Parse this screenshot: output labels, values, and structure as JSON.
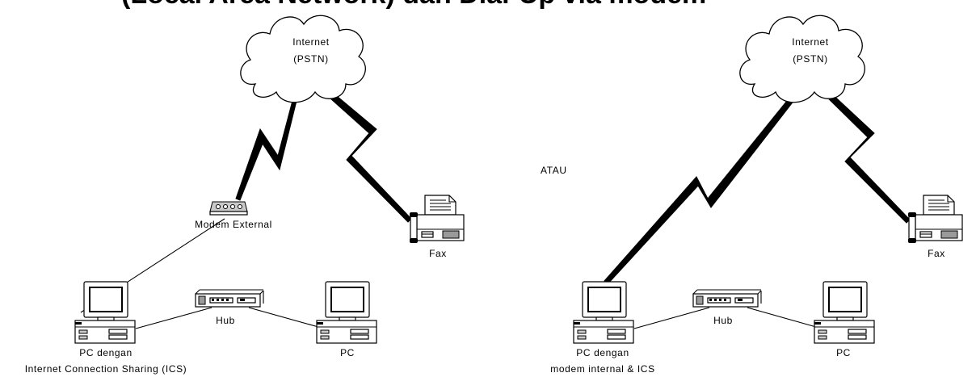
{
  "title": "(Local Area Network) dan Dial-Up via modem",
  "left": {
    "cloud_line1": "Internet",
    "cloud_line2": "(PSTN)",
    "modem_label": "Modem External",
    "fax_label": "Fax",
    "hub_label": "Hub",
    "pc_ics_line1": "PC dengan",
    "pc_ics_line2": "Internet Connection Sharing (ICS)",
    "pc_label": "PC"
  },
  "separator": "ATAU",
  "right": {
    "cloud_line1": "Internet",
    "cloud_line2": "(PSTN)",
    "fax_label": "Fax",
    "hub_label": "Hub",
    "pc_ics_line1": "PC dengan",
    "pc_ics_line2": "modem internal & ICS",
    "pc_label": "PC"
  }
}
